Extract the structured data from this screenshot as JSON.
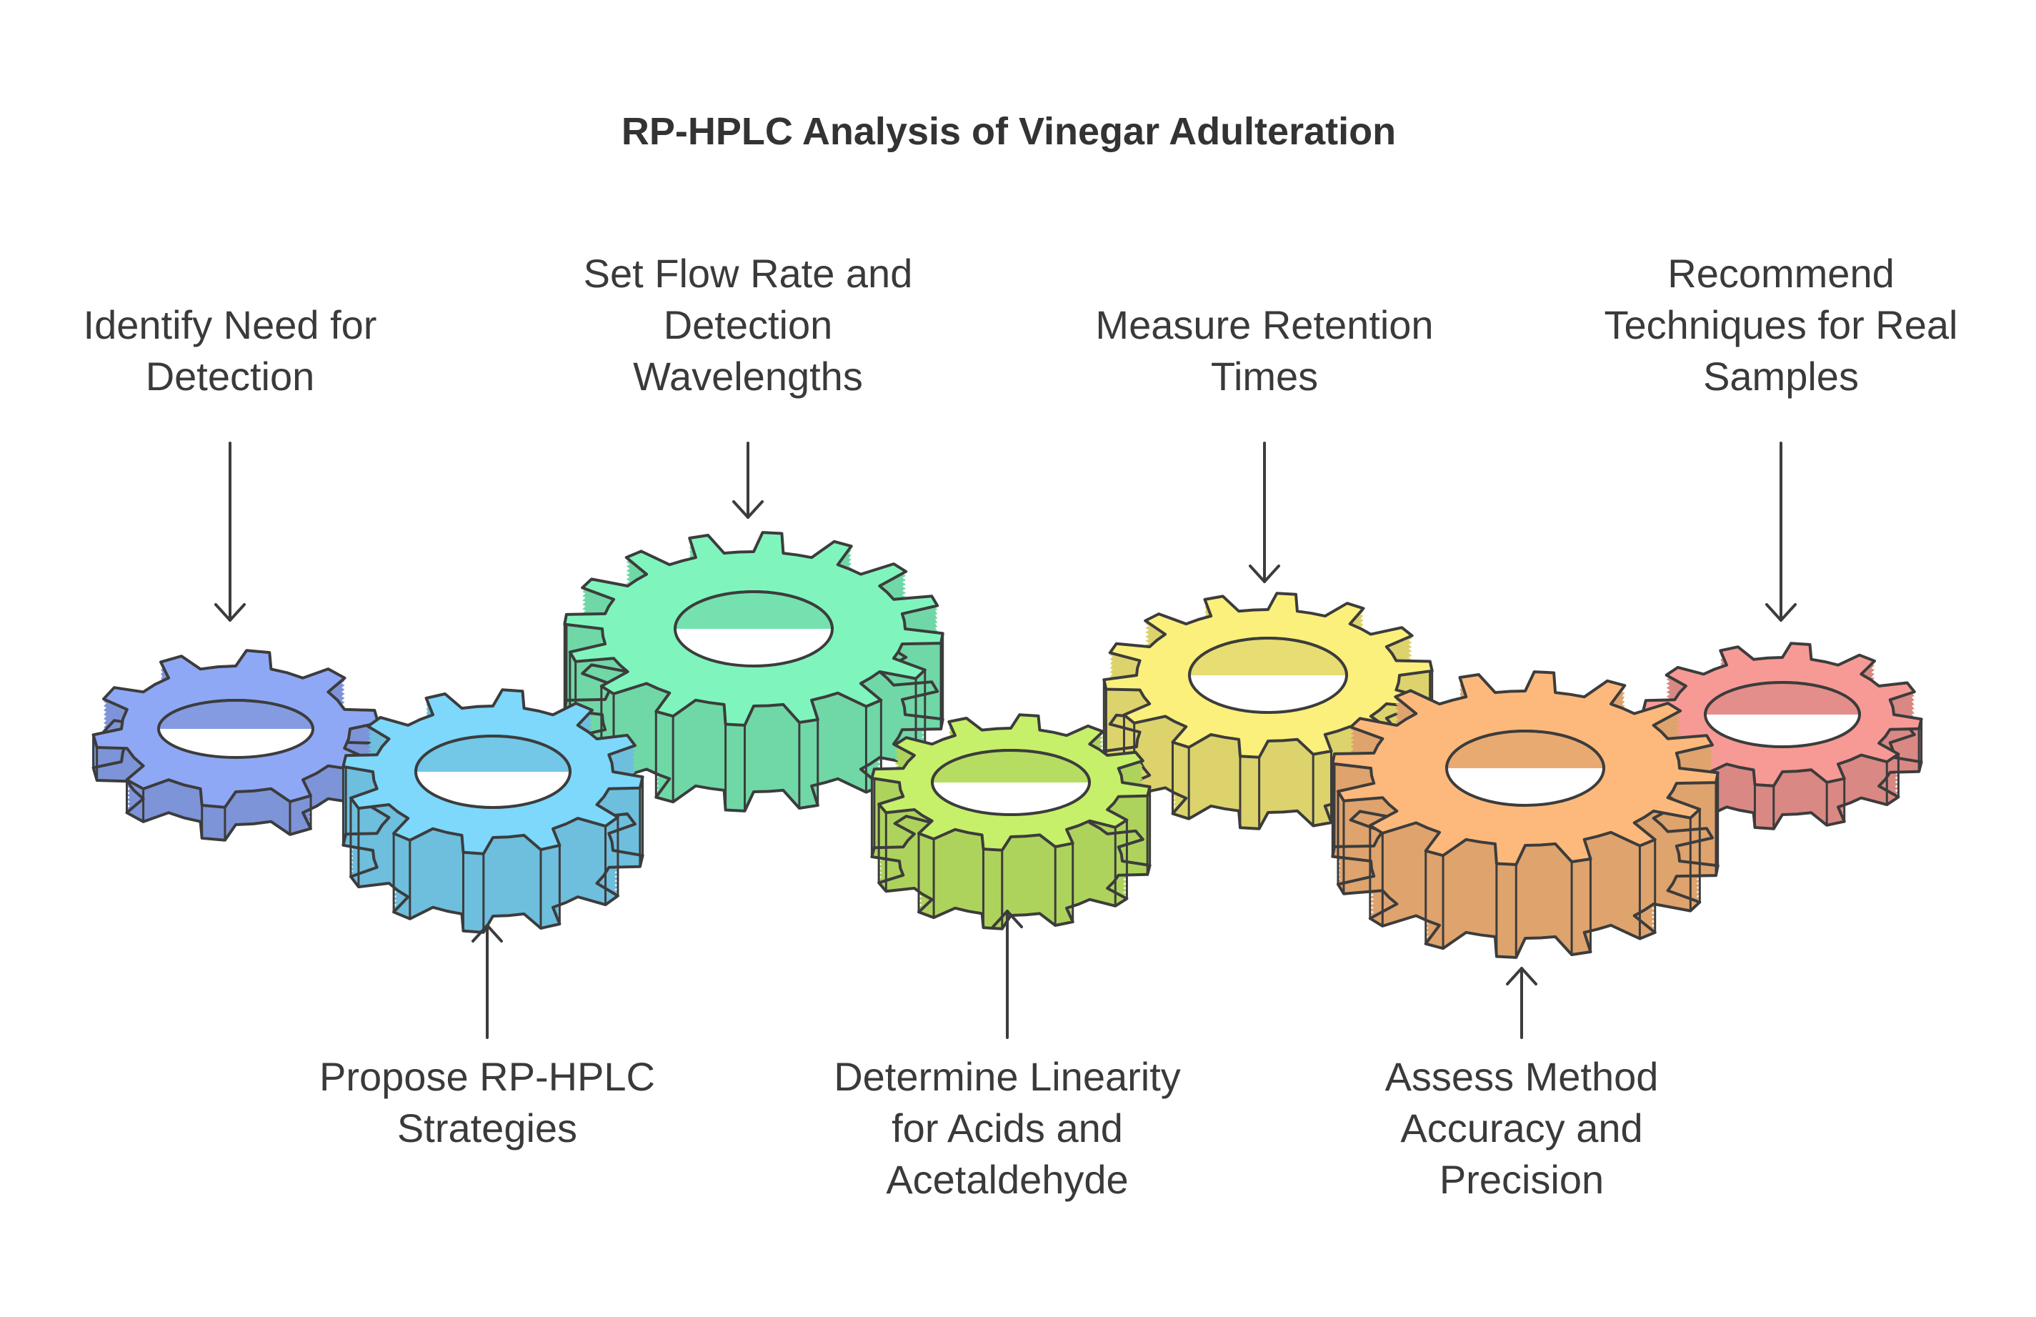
{
  "title": "RP-HPLC Analysis of Vinegar Adulteration",
  "steps": [
    {
      "lines": [
        "Identify Need for",
        "Detection"
      ],
      "color": "#8fa8f5"
    },
    {
      "lines": [
        "Propose RP-HPLC",
        "Strategies"
      ],
      "color": "#7dd8fb"
    },
    {
      "lines": [
        "Set Flow Rate and",
        "Detection",
        "Wavelengths"
      ],
      "color": "#7ff5bd"
    },
    {
      "lines": [
        "Determine Linearity",
        "for Acids and",
        "Acetaldehyde"
      ],
      "color": "#c6f06a"
    },
    {
      "lines": [
        "Measure Retention",
        "Times"
      ],
      "color": "#fbf07c"
    },
    {
      "lines": [
        "Assess Method",
        "Accuracy and",
        "Precision"
      ],
      "color": "#fdb97c"
    },
    {
      "lines": [
        "Recommend",
        "Techniques for Real",
        "Samples"
      ],
      "color": "#f79a96"
    }
  ]
}
